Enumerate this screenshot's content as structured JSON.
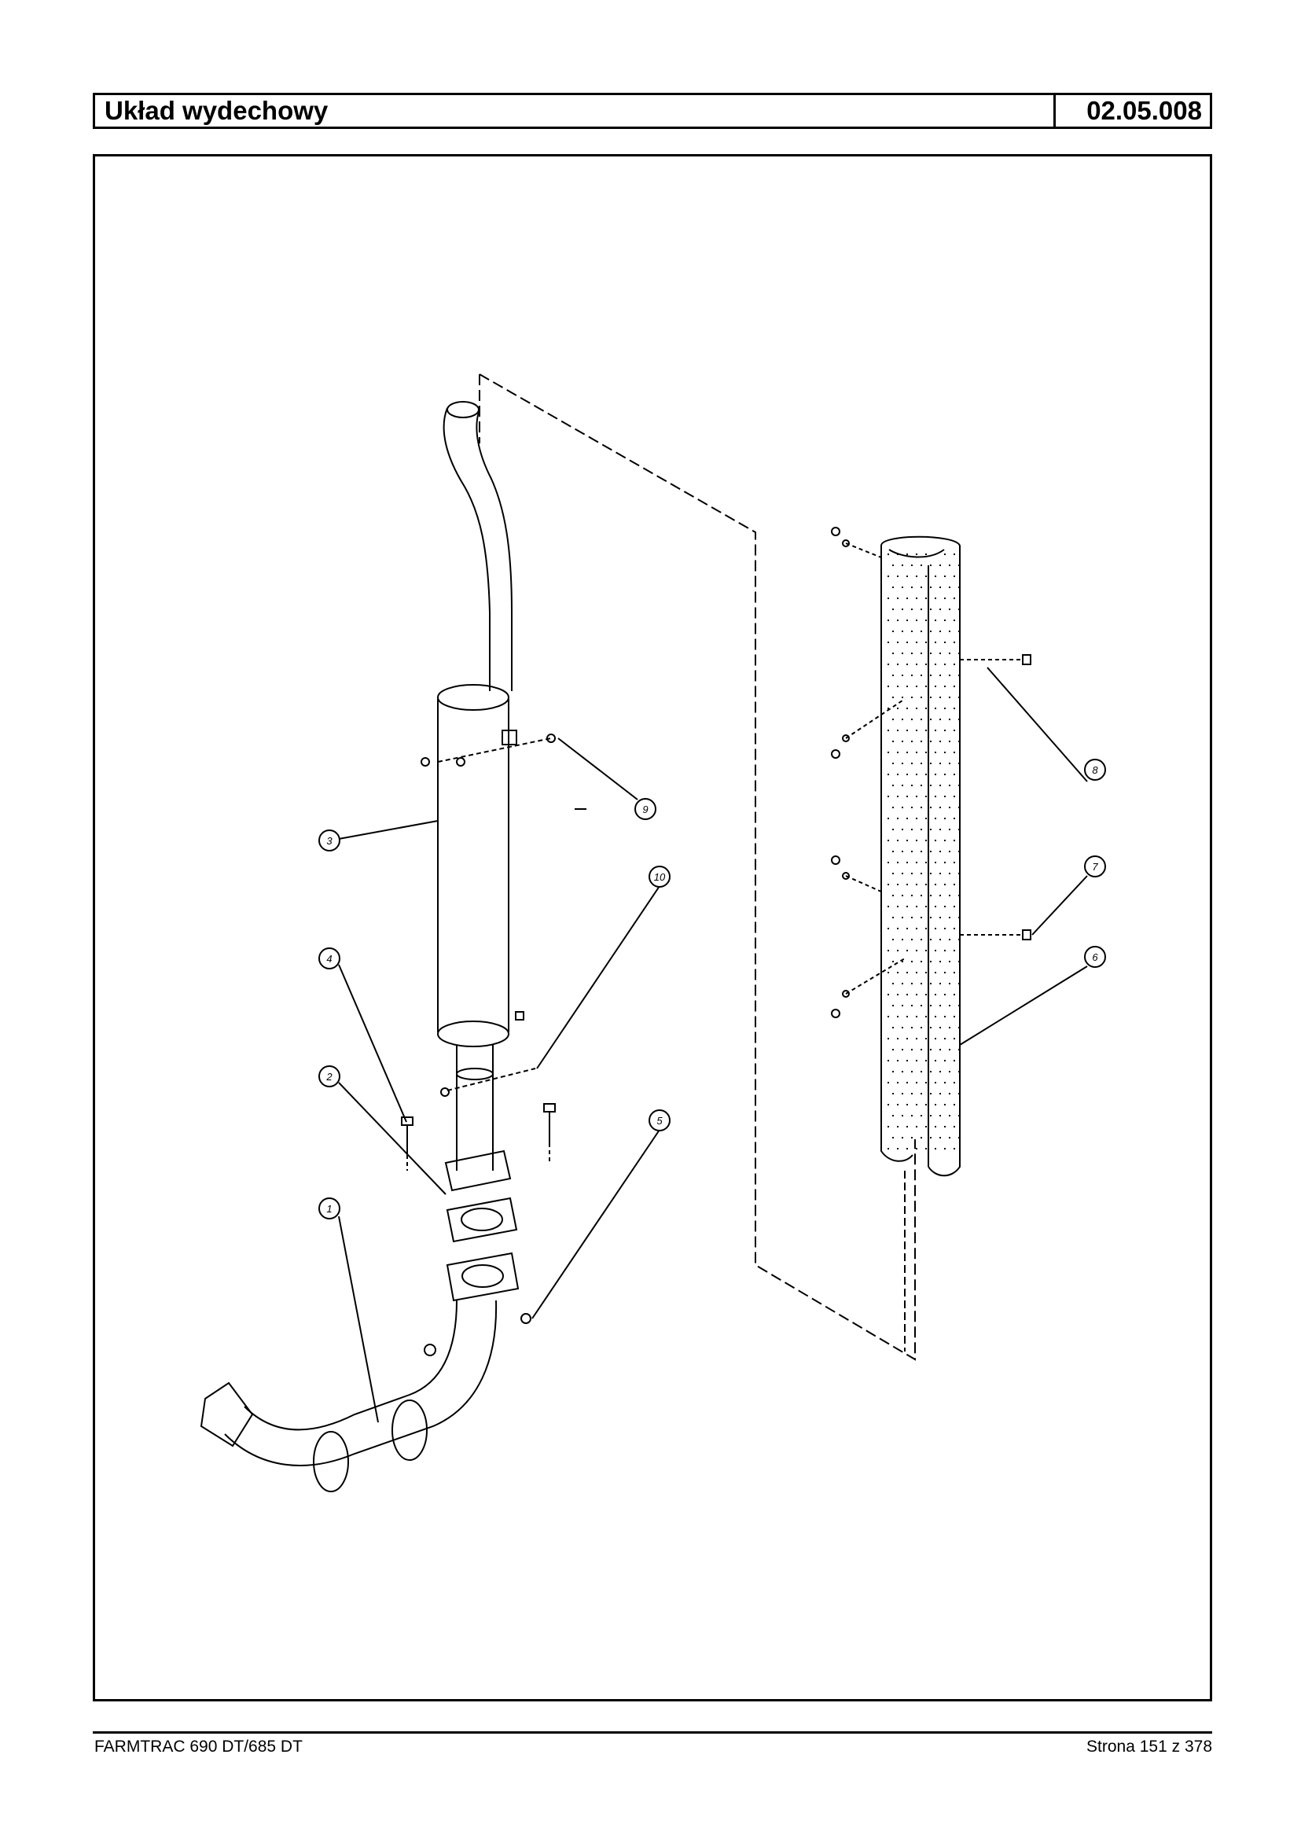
{
  "header": {
    "title": "Układ wydechowy",
    "code": "02.05.008"
  },
  "diagram": {
    "callouts": [
      "1",
      "2",
      "3",
      "4",
      "5",
      "6",
      "7",
      "8",
      "9",
      "10"
    ]
  },
  "footer": {
    "model": "FARMTRAC 690 DT/685 DT",
    "page": "Strona 151 z 378"
  }
}
